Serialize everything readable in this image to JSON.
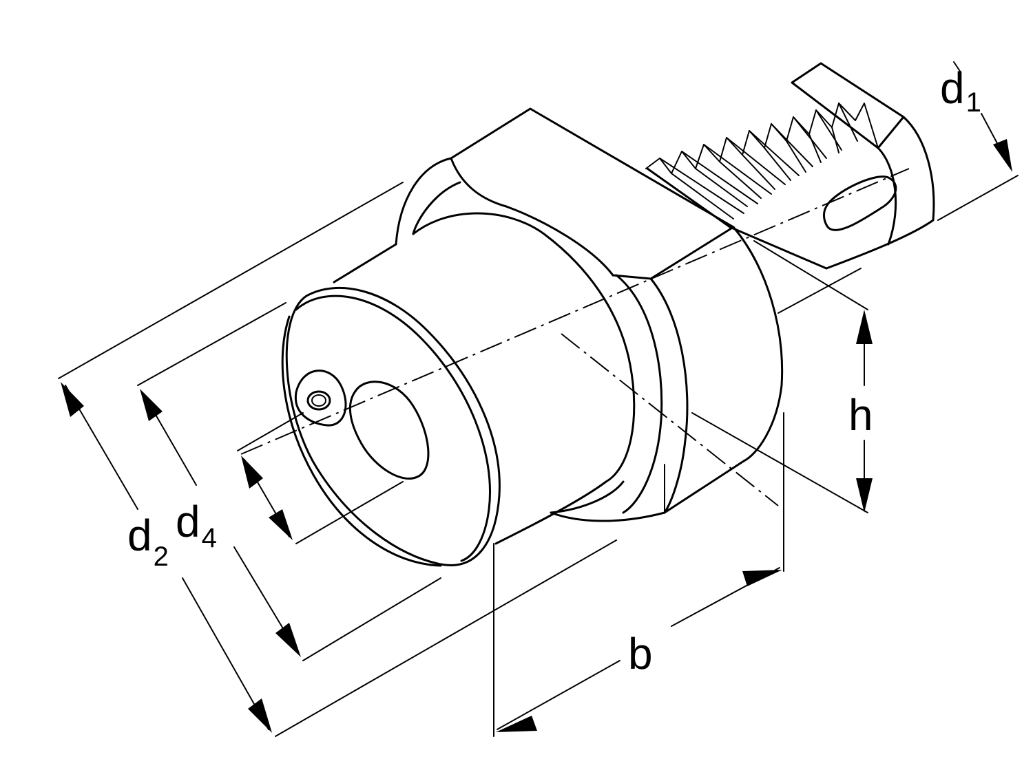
{
  "drawing": {
    "dimensions": {
      "d1": {
        "main": "d",
        "sub": "1"
      },
      "d2": {
        "main": "d",
        "sub": "2"
      },
      "d4": {
        "main": "d",
        "sub": "4"
      },
      "h": {
        "main": "h"
      },
      "b": {
        "main": "b"
      }
    },
    "colors": {
      "line": "#000000",
      "background": "#ffffff"
    }
  }
}
